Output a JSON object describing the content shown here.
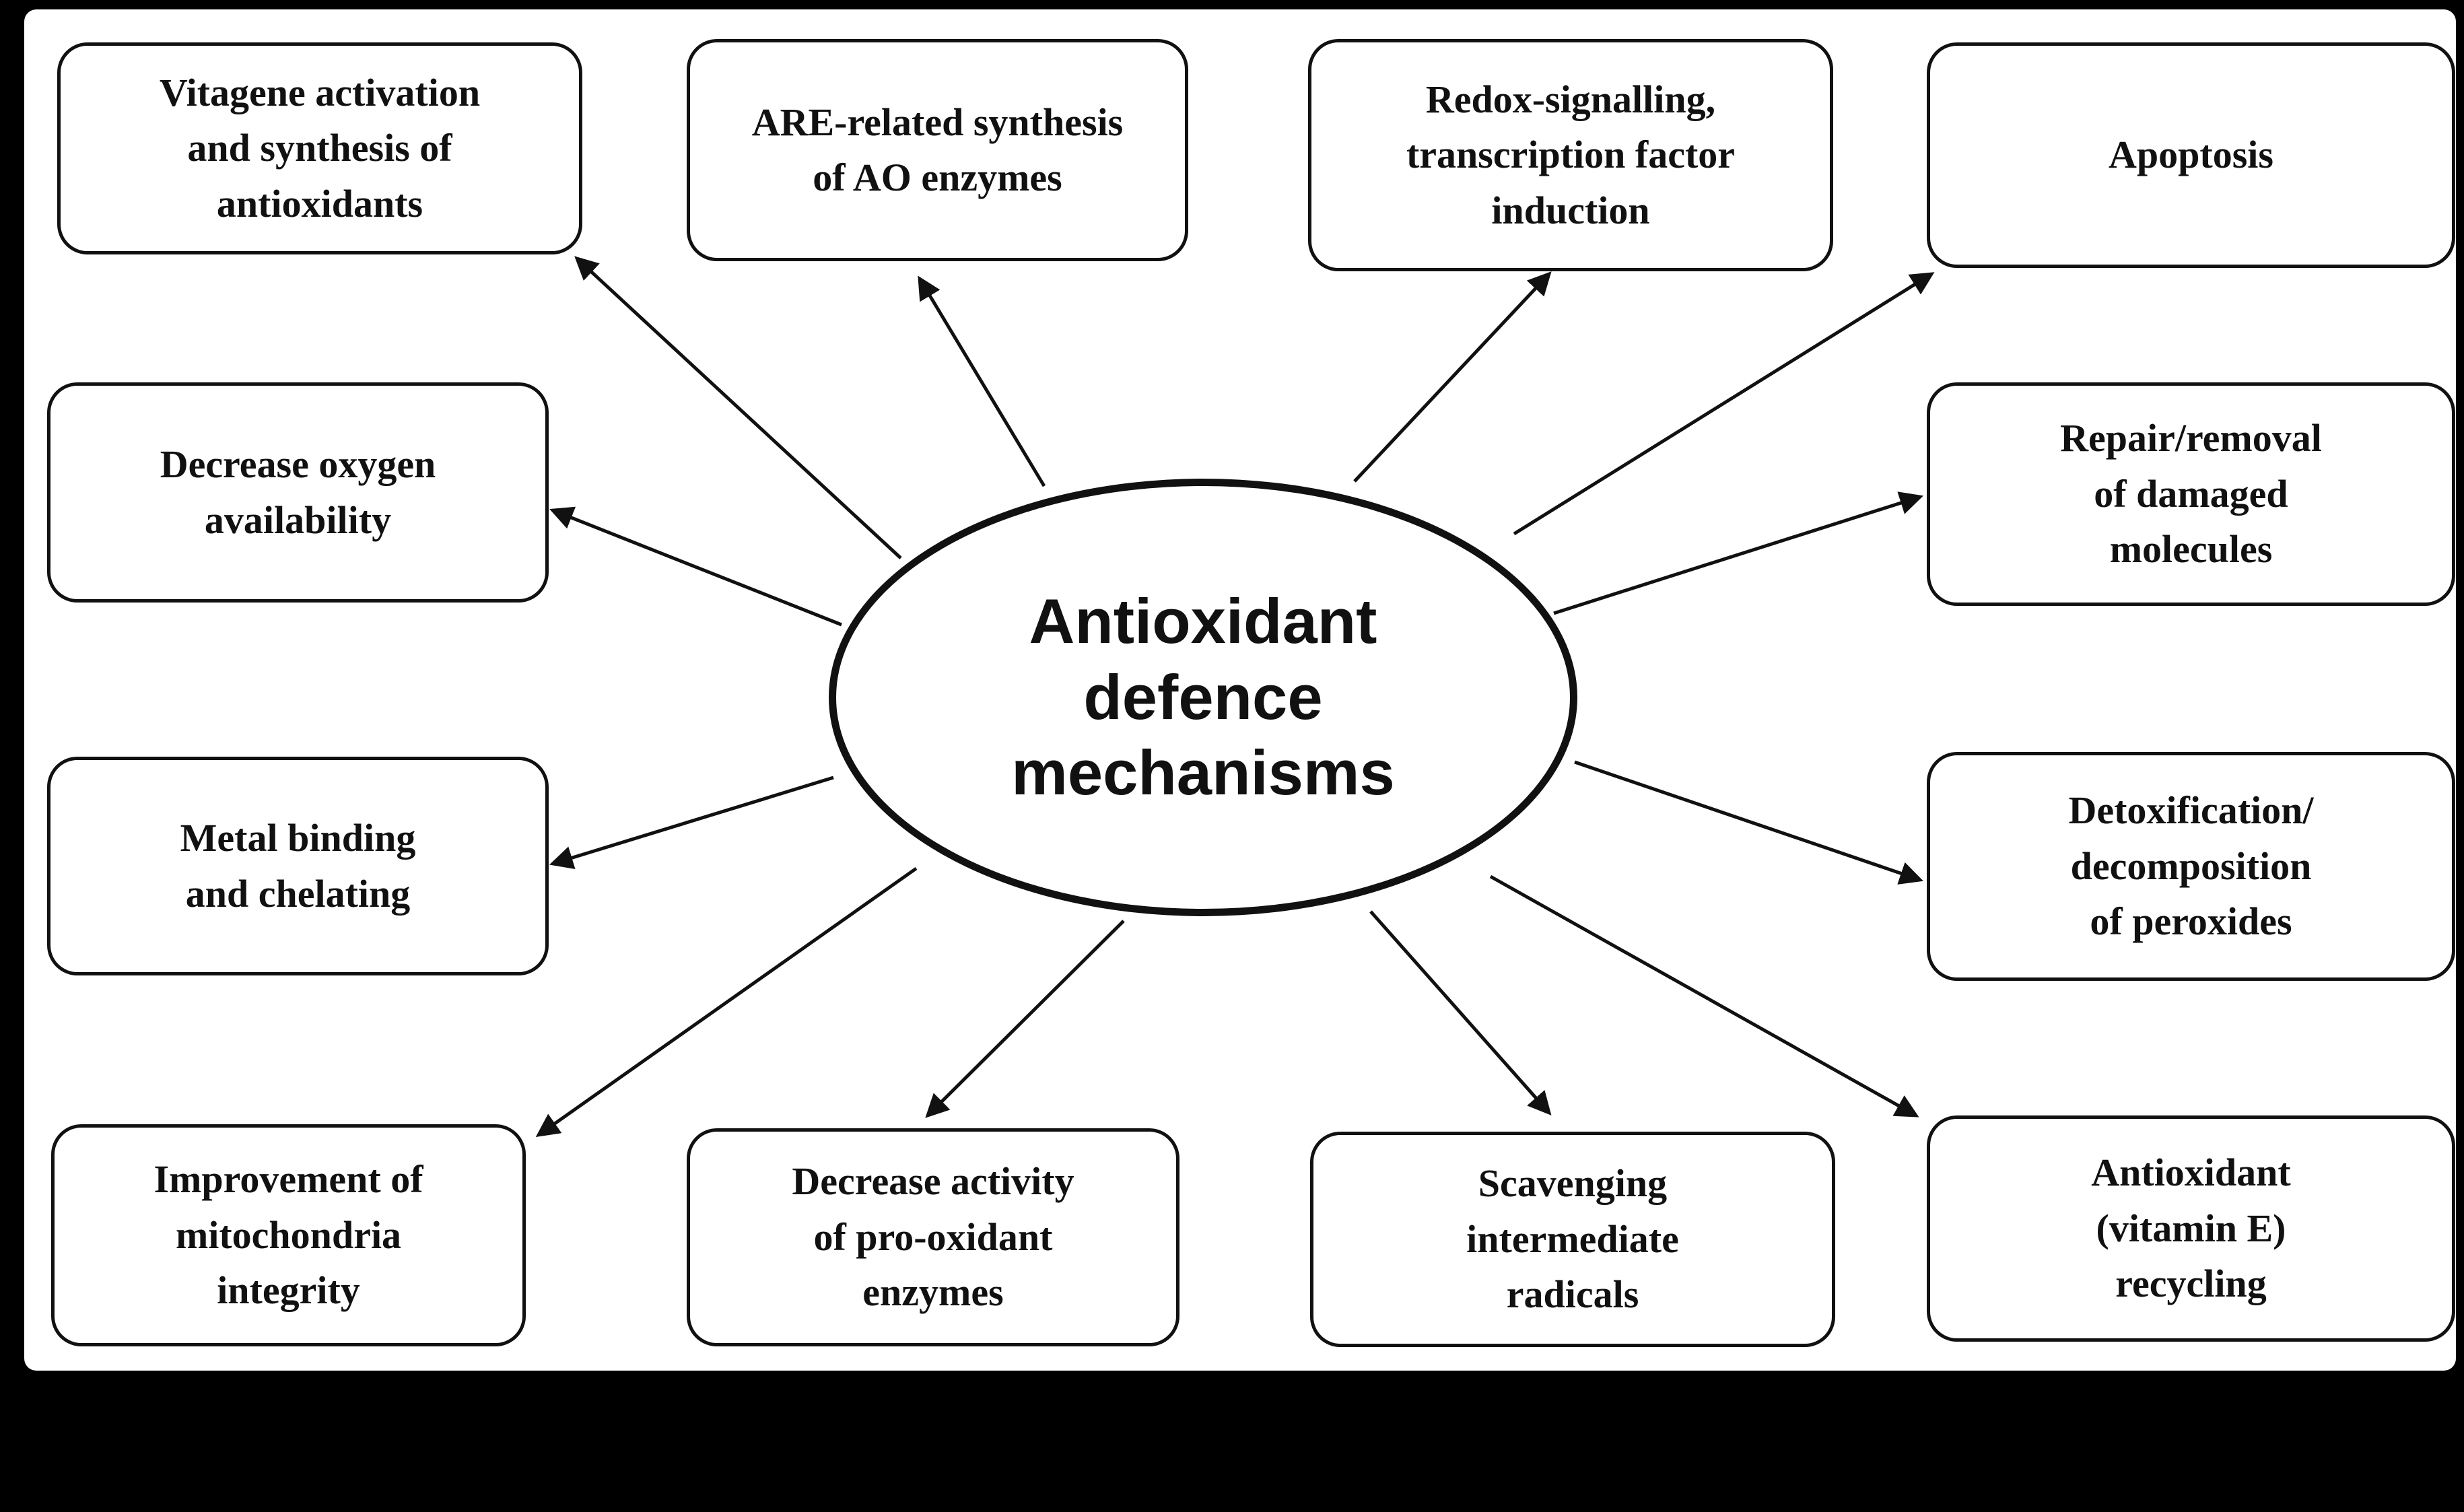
{
  "figure": {
    "title": "Antioxidant defence mechanisms diagram"
  },
  "center": {
    "label": "Antioxidant\ndefence\nmechanisms"
  },
  "nodes": [
    {
      "id": "vitagene-activation",
      "label": "Vitagene activation\nand synthesis of\nantioxidants"
    },
    {
      "id": "are-synthesis",
      "label": "ARE-related synthesis\nof AO enzymes"
    },
    {
      "id": "redox-signalling",
      "label": "Redox-signalling,\ntranscription factor\ninduction"
    },
    {
      "id": "apoptosis",
      "label": "Apoptosis"
    },
    {
      "id": "decrease-oxygen",
      "label": "Decrease oxygen\navailability"
    },
    {
      "id": "repair-removal",
      "label": "Repair/removal\nof damaged\nmolecules"
    },
    {
      "id": "metal-binding",
      "label": "Metal binding\nand chelating"
    },
    {
      "id": "detoxification",
      "label": "Detoxification/\ndecomposition\nof peroxides"
    },
    {
      "id": "mitochondria-integrity",
      "label": "Improvement of\nmitochondria\nintegrity"
    },
    {
      "id": "pro-oxidant-enzymes",
      "label": "Decrease activity\nof pro-oxidant\nenzymes"
    },
    {
      "id": "scavenging-radicals",
      "label": "Scavenging\nintermediate\nradicals"
    },
    {
      "id": "vitamin-e-recycling",
      "label": "Antioxidant\n(vitamin E)\nrecycling"
    }
  ],
  "colors": {
    "background": "#000000",
    "canvas": "#ffffff",
    "ink": "#111111"
  }
}
